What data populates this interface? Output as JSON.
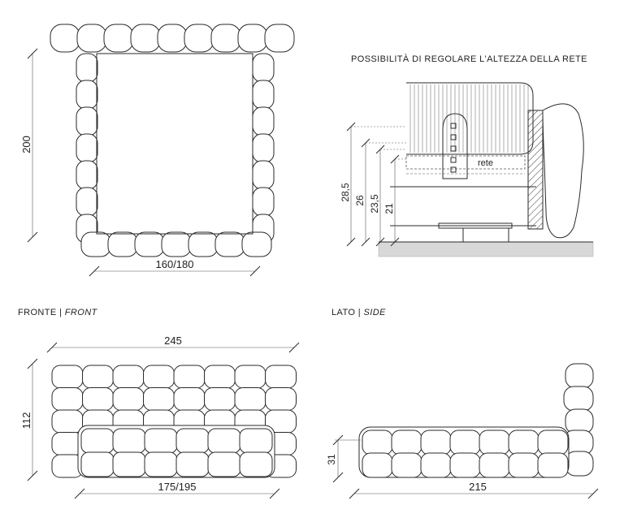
{
  "plan": {
    "height": "200",
    "width": "160/180"
  },
  "detail": {
    "title": "POSSIBILITÀ DI REGOLARE L'ALTEZZA DELLA RETE",
    "rete_label": "rete",
    "heights": [
      "28,5",
      "26",
      "23,5",
      "21"
    ]
  },
  "front": {
    "caption_main": "FRONTE | ",
    "caption_italic": "FRONT",
    "width_top": "245",
    "height": "112",
    "width_bottom": "175/195"
  },
  "side": {
    "caption_main": "LATO | ",
    "caption_italic": "SIDE",
    "height": "31",
    "length": "215"
  },
  "colors": {
    "line": "#2a2a2a",
    "floor": "#d8d8d8",
    "text": "#222222"
  }
}
